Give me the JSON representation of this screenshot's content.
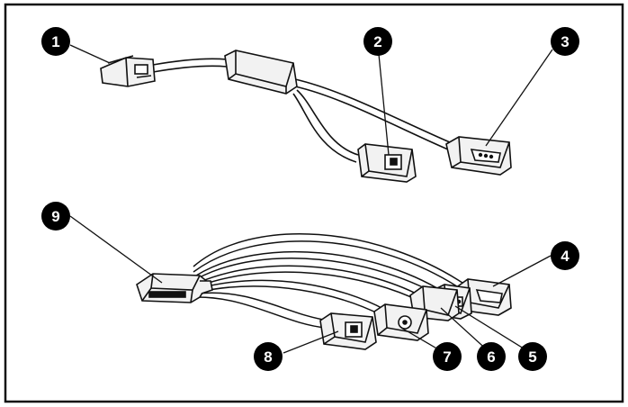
{
  "callouts": {
    "c1": "1",
    "c2": "2",
    "c3": "3",
    "c4": "4",
    "c5": "5",
    "c6": "6",
    "c7": "7",
    "c8": "8",
    "c9": "9"
  },
  "colors": {
    "line": "#111111",
    "callout_fill": "#000000",
    "callout_text": "#ffffff",
    "connector_fill": "#f2f2f2",
    "background": "#ffffff"
  }
}
